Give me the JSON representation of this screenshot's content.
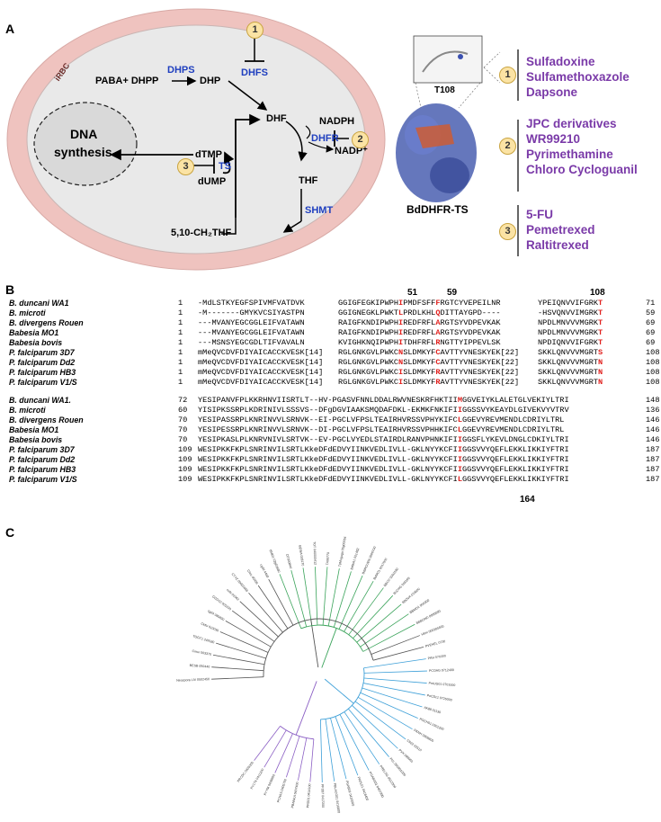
{
  "panels": {
    "a": "A",
    "b": "B",
    "c": "C"
  },
  "panel_a": {
    "irbc": "iRBC",
    "paba": "PABA+ DHPP",
    "dhps": "DHPS",
    "dhp": "DHP",
    "dhfs": "DHFS",
    "dhf": "DHF",
    "nadph": "NADPH",
    "dhfr": "DHFR",
    "nadp": "NADP⁺",
    "thf": "THF",
    "shmt": "SHMT",
    "ch2thf": "5,10-CH₂THF",
    "dtmp": "dTMP",
    "dump": "dUMP",
    "ts": "TS",
    "dna1": "DNA",
    "dna2": "synthesis",
    "n1": "1",
    "n2": "2",
    "n3": "3",
    "t108": "T108",
    "protein": "BdDHFR-TS",
    "drugs1": [
      "Sulfadoxine",
      "Sulfamethoxazole",
      "Dapsone"
    ],
    "drugs2": [
      "JPC derivatives",
      "WR99210",
      "Pyrimethamine",
      "Chloro Cycloguanil"
    ],
    "drugs3": [
      "5-FU",
      "Pemetrexed",
      "Raltitrexed"
    ]
  },
  "panel_b": {
    "pos51": "51",
    "pos59": "59",
    "pos108": "108",
    "pos164": "164",
    "block1": [
      {
        "sp": "B. duncani WA1",
        "s": "1",
        "a": "-MdLSTKYEGFSPIVMFVATDVK",
        "b": "GGIGFEGKIPWPH",
        "r1": "I",
        "c": "PMDFSFF",
        "r2": "F",
        "d": "RGTCYVEPEILNR",
        "e": "YPEIQNVVIFGRK",
        "r3": "T",
        "end": "71"
      },
      {
        "sp": "B. microti",
        "s": "1",
        "a": "-M-------GMYKVCSIYASTPN",
        "b": "GGIGNEGKLPWKT",
        "r1": "L",
        "c": "PRDLKHL",
        "r2": "Q",
        "d": "DITTAYGPD----",
        "e": "-HSVQNVVIMGRK",
        "r3": "T",
        "end": "59"
      },
      {
        "sp": "B. divergens Rouen",
        "s": "1",
        "a": "---MVANYEGCGGLEIFVATAWN",
        "b": "RAIGFKNDIPWPH",
        "r1": "I",
        "c": "REDFRFL",
        "r2": "A",
        "d": "RGTSYVDPEVKAK",
        "e": "NPDLMNVVVMGRK",
        "r3": "T",
        "end": "69"
      },
      {
        "sp": "Babesia MO1",
        "s": "1",
        "a": "---MVANYEGCGGLEIFVATAWN",
        "b": "RAIGFKNDIPWPH",
        "r1": "I",
        "c": "REDFRFL",
        "r2": "A",
        "d": "RGTSYVDPEVKAK",
        "e": "NPDLMNVVVMGRK",
        "r3": "T",
        "end": "69"
      },
      {
        "sp": "Babesia bovis",
        "s": "1",
        "a": "---MSNSYEGCGDLTIFVAVALN",
        "b": "KVIGHKNQIPWPH",
        "r1": "I",
        "c": "TDHFRFL",
        "r2": "R",
        "d": "NGTTYIPPEVLSK",
        "e": "NPDIQNVVIFGRK",
        "r3": "T",
        "end": "69"
      },
      {
        "sp": "P. falciparum 3D7",
        "s": "1",
        "a": "mMeQVCDVFDIYAICACCKVESK[14]",
        "b": "RGLGNKGVLPWKC",
        "r1": "N",
        "c": "SLDMKYF",
        "r2": "C",
        "d": "AVTTYVNESKYEK[22]",
        "e": "SKKLQNVVVMGRT",
        "r3": "S",
        "end": "108"
      },
      {
        "sp": "P. falciparum Dd2",
        "s": "1",
        "a": "mMeQVCDVFDIYAICACCKVESK[14]",
        "b": "RGLGNKGVLPWKC",
        "r1": "N",
        "c": "SLDMKYF",
        "r2": "C",
        "d": "AVTTYVNESKYEK[22]",
        "e": "SKKLQNVVVMGRT",
        "r3": "N",
        "end": "108"
      },
      {
        "sp": "P. falciparum HB3",
        "s": "1",
        "a": "mMeQVCDVFDIYAICACCKVESK[14]",
        "b": "RGLGNKGVLPWKC",
        "r1": "I",
        "c": "SLDMKYF",
        "r2": "R",
        "d": "AVTTYVNESKYEK[22]",
        "e": "SKKLQNVVVMGRT",
        "r3": "N",
        "end": "108"
      },
      {
        "sp": "P. falciparum V1/S",
        "s": "1",
        "a": "mMeQVCDVFDIYAICACCKVESK[14]",
        "b": "RGLGNKGVLPWKC",
        "r1": "I",
        "c": "SLDMKYF",
        "r2": "R",
        "d": "AVTTYVNESKYEK[22]",
        "e": "SKKLQNVVVMGRT",
        "r3": "N",
        "end": "108"
      }
    ],
    "block2": [
      {
        "sp": "B. duncani WA1.",
        "s": "72",
        "a": "YESIPANVFPLKKRHNVIISRTLT--HV-PGASVFNNLDDALRWVNESKRFHKTII",
        "r": "M",
        "b": "GGVEIYKLALETGLVEKIYLTRI",
        "end": "148"
      },
      {
        "sp": "B. microti",
        "s": "60",
        "a": "YISIPKSSRPLKDRINIVLSSSVS--DFgDGVIAAKSMQDAFDKL-EKMKFNKIFI",
        "r": "I",
        "b": "GGSSVYKEAYDLGIVEKVYVTRV",
        "end": "136"
      },
      {
        "sp": "B. divergens Rouen",
        "s": "70",
        "a": "YESIPASSRPLKNRINVVLSRNVK--EI-PGCLVFPSLTEAIRHVRSSVPHYKIFC",
        "r": "L",
        "b": "GGEVYREVMENDLCDRIYLTRL",
        "end": "146"
      },
      {
        "sp": "Babesia MO1",
        "s": "70",
        "a": "YESIPESSRPLKNRINVVLSRNVK--DI-PGCLVFPSLTEAIRHVRSSVPHHKIFC",
        "r": "L",
        "b": "GGEVYREVMENDLCDRIYLTRL",
        "end": "146"
      },
      {
        "sp": "Babesia bovis",
        "s": "70",
        "a": "YESIPKASLPLKNRVNIVLSRTVK--EV-PGCLVYEDLSTAIRDLRANVPHNKIFI",
        "r": "I",
        "b": "GGSFLYKEVLDNGLCDKIYLTRI",
        "end": "146"
      },
      {
        "sp": "P. falciparum 3D7",
        "s": "109",
        "a": "WESIPKKFKPLSNRINVILSRTLKkeDFdEDVYIINKVEDLIVLL-GKLNYYKCFI",
        "r": "I",
        "b": "GGSVVYQEFLEKKLIKKIYFTRI",
        "end": "187"
      },
      {
        "sp": "P. falciparum Dd2",
        "s": "109",
        "a": "WESIPKKFKPLSNRINVILSRTLKkeDFdEDVYIINKVEDLIVLL-GKLNYYKCFI",
        "r": "I",
        "b": "GGSVVYQEFLEKKLIKKIYFTRI",
        "end": "187"
      },
      {
        "sp": "P. falciparum HB3",
        "s": "109",
        "a": "WESIPKKFKPLSNRINVILSRTLKkeDFdEDVYIINKVEDLIVLL-GKLNYYKCFI",
        "r": "I",
        "b": "GGSVVYQEFLEKKLIKKIYFTRI",
        "end": "187"
      },
      {
        "sp": "P. falciparum V1/S",
        "s": "109",
        "a": "WESIPKKFKPLSNRINVILSRTLKkeDFdEDVYIINKVEDLIVLL-GKLNYYKCFI",
        "r": "L",
        "b": "GGSVVYQEFLEKKLIKKIYFTRI",
        "end": "187"
      }
    ]
  },
  "panel_c": {
    "colors": {
      "outgroup": "#555555",
      "purple": "#8b5fc4",
      "blue": "#3ea0d8",
      "green": "#3aa35a"
    },
    "leaves": [
      {
        "t": "Neospora LIV 0502450",
        "c": "outgroup"
      },
      {
        "t": "BESB 050440",
        "c": "outgroup"
      },
      {
        "t": "Cmur 003370",
        "c": "outgroup"
      },
      {
        "t": "TGGT1 249180",
        "c": "outgroup"
      },
      {
        "t": "CMU 010030",
        "c": "outgroup"
      },
      {
        "t": "cgd4 080830",
        "c": "outgroup"
      },
      {
        "t": "CGO10 001630",
        "c": "outgroup"
      },
      {
        "t": "cubi 01062",
        "c": "outgroup"
      },
      {
        "t": "CTYZ 00001665",
        "c": "outgroup"
      },
      {
        "t": "Chro 40406",
        "c": "outgroup"
      },
      {
        "t": "cgd4 4460",
        "c": "outgroup"
      },
      {
        "t": "BMR1 02g03680",
        "c": "green"
      },
      {
        "t": "CF000844",
        "c": "green"
      },
      {
        "t": "BEWA 008170",
        "c": "green"
      },
      {
        "t": "TOT 040000412",
        "c": "green"
      },
      {
        "t": "TA08770",
        "c": "green"
      },
      {
        "t": "TpMuguga 05g00054",
        "c": "green"
      },
      {
        "t": "BdWA1 001482",
        "c": "green"
      },
      {
        "t": "BdiROUEN 0066700",
        "c": "green"
      },
      {
        "t": "BaMO1 0017000",
        "c": "green"
      },
      {
        "t": "BBOV 0003180",
        "c": "green"
      },
      {
        "t": "BcCHG 018160",
        "c": "green"
      },
      {
        "t": "BBOVA 033600",
        "c": "green"
      },
      {
        "t": "BBMO1 000300",
        "c": "green"
      },
      {
        "t": "BBBOND 0000000",
        "c": "green"
      },
      {
        "t": "Hbm 000300400",
        "c": "outgroup"
      },
      {
        "t": "PVEHEL 0730",
        "c": "outgroup"
      },
      {
        "t": "PKH 070300",
        "c": "blue"
      },
      {
        "t": "PCOAG 0712400",
        "c": "blue"
      },
      {
        "t": "PmUG01 0701000",
        "c": "blue"
      },
      {
        "t": "PoCDc1 0726000",
        "c": "blue"
      },
      {
        "t": "AK88 01130",
        "c": "blue"
      },
      {
        "t": "POCH01 0301200",
        "c": "blue"
      },
      {
        "t": "PKNH 0909800",
        "c": "blue"
      },
      {
        "t": "C922 02510",
        "c": "blue"
      },
      {
        "t": "PVX 089950",
        "c": "blue"
      },
      {
        "t": "PVL 050901000",
        "c": "blue"
      },
      {
        "t": "PRELSG 0512300",
        "c": "blue"
      },
      {
        "t": "PGABG01 0407300",
        "c": "blue"
      },
      {
        "t": "PADL01 0418400",
        "c": "blue"
      },
      {
        "t": "PGAB01 0410000",
        "c": "blue"
      },
      {
        "t": "PBLACG01 0416800",
        "c": "blue"
      },
      {
        "t": "PF3D7 0417200",
        "c": "blue"
      },
      {
        "t": "PRG01 0414100",
        "c": "purple"
      },
      {
        "t": "PBANKA 0407400",
        "c": "purple"
      },
      {
        "t": "PCHAS 0405700",
        "c": "purple"
      },
      {
        "t": "PYYM 0409900",
        "c": "purple"
      },
      {
        "t": "PY17X 0411200",
        "c": "purple"
      },
      {
        "t": "PRCDC 0405300",
        "c": "purple"
      }
    ]
  }
}
